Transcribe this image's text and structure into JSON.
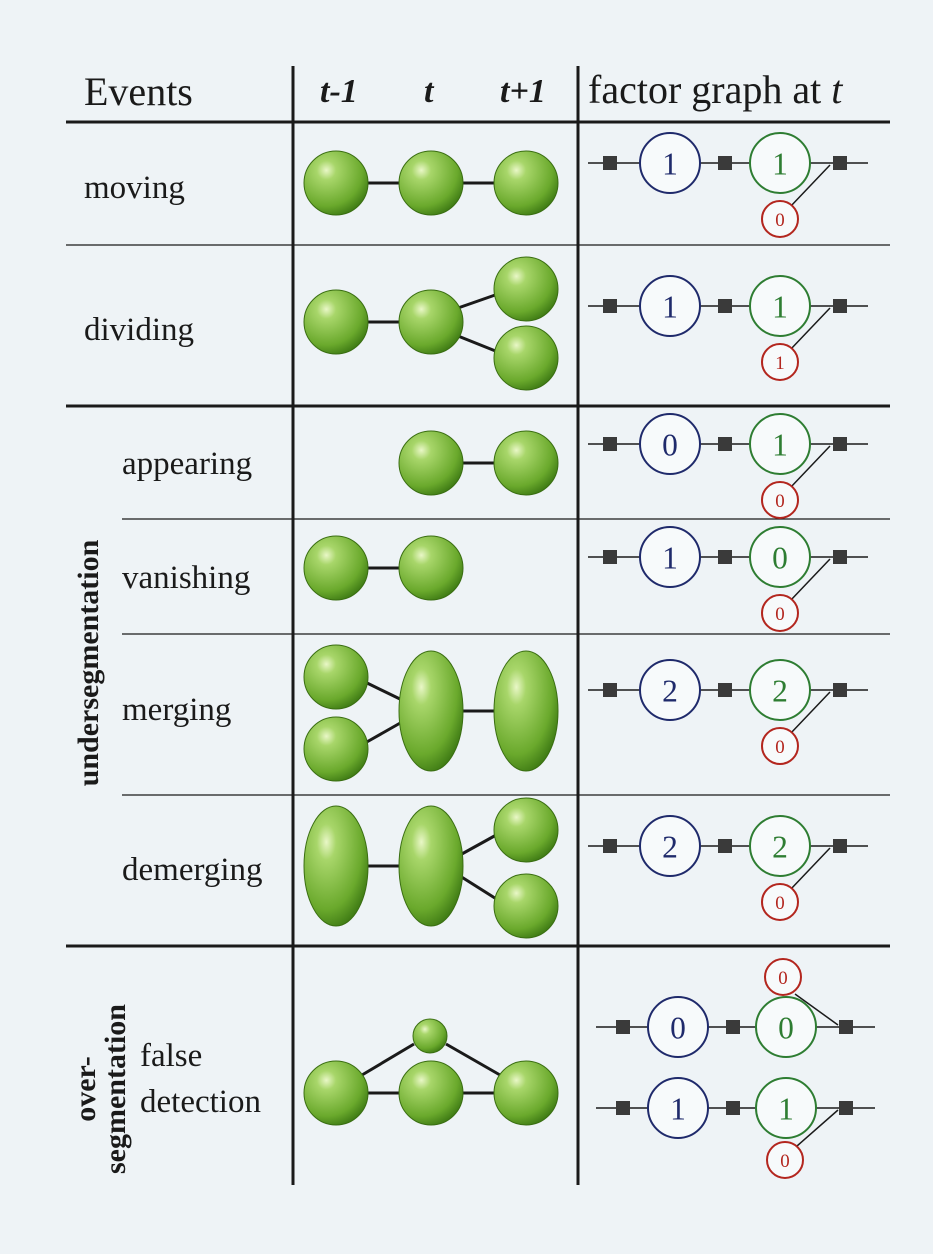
{
  "header": {
    "events": "Events",
    "t_minus_1": "t-1",
    "t": "t",
    "t_plus_1": "t+1",
    "factor_graph_prefix": "factor graph at",
    "factor_graph_var": "t"
  },
  "groups": {
    "undersegmentation": "undersegmentation",
    "oversegmentation_line1": "over-",
    "oversegmentation_line2": "segmentation"
  },
  "rows": [
    {
      "label": "moving",
      "blue": "1",
      "green": "1",
      "red": "0"
    },
    {
      "label": "dividing",
      "blue": "1",
      "green": "1",
      "red": "1"
    },
    {
      "label": "appearing",
      "blue": "0",
      "green": "1",
      "red": "0"
    },
    {
      "label": "vanishing",
      "blue": "1",
      "green": "0",
      "red": "0"
    },
    {
      "label": "merging",
      "blue": "2",
      "green": "2",
      "red": "0"
    },
    {
      "label": "demerging",
      "blue": "2",
      "green": "2",
      "red": "0"
    }
  ],
  "false_detection": {
    "label_line1": "false",
    "label_line2": "detection",
    "upper": {
      "blue": "0",
      "green": "0",
      "red": "0"
    },
    "lower": {
      "blue": "1",
      "green": "1",
      "red": "0"
    }
  },
  "colors": {
    "blue_node": "#1f2a6b",
    "green_node": "#2e7d32",
    "red_node": "#b3261e",
    "cell_light": "#a8d66a",
    "cell_dark": "#4f8f1c"
  }
}
